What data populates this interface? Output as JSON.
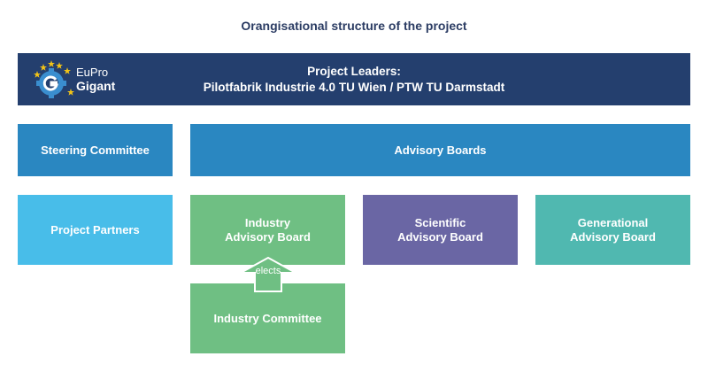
{
  "title": "Orangisational structure of the project",
  "logo": {
    "top_text": "EuPro",
    "bottom_text": "Gigant"
  },
  "leaders": {
    "line1": "Project Leaders:",
    "line2": "Pilotfabrik Industrie 4.0 TU Wien / PTW TU Darmstadt"
  },
  "boxes": {
    "steering": "Steering Committee",
    "advisory": "Advisory Boards",
    "partners": "Project Partners",
    "industry_board": {
      "line1": "Industry",
      "line2": "Advisory Board"
    },
    "scientific": {
      "line1": "Scientific",
      "line2": "Advisory Board"
    },
    "generational": {
      "line1": "Generational",
      "line2": "Advisory Board"
    },
    "committee": "Industry Committee"
  },
  "arrow_label": "elects",
  "colors": {
    "title": "#2b3c63",
    "leaders": "#243f6e",
    "blue": "#2a87c1",
    "light_blue": "#48bde9",
    "green": "#6fbf83",
    "purple": "#6a66a4",
    "teal": "#50b8b0",
    "star": "#f2c417"
  }
}
